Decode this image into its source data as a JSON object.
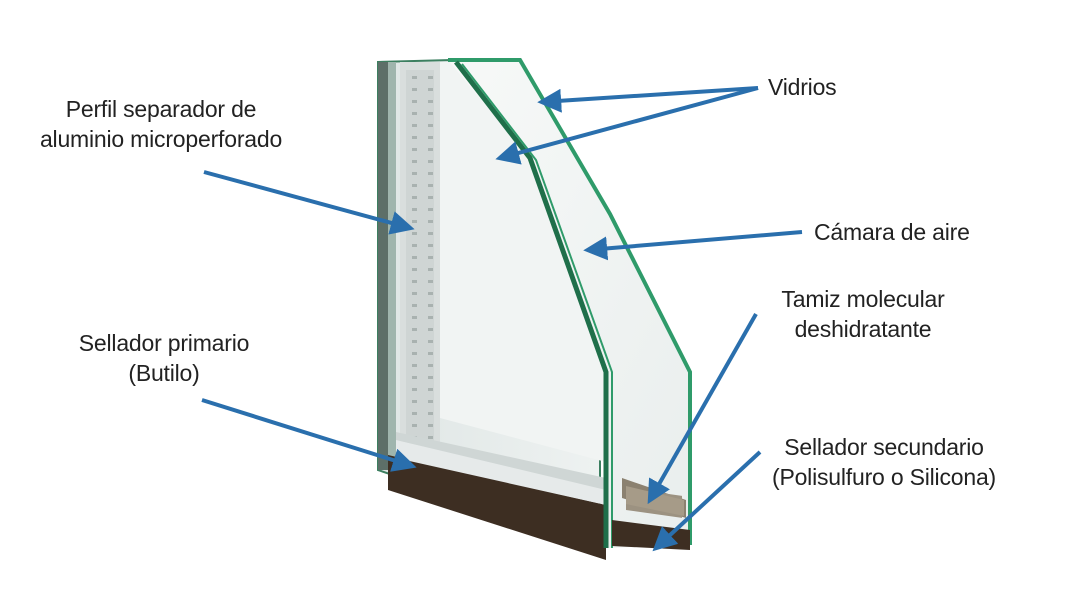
{
  "colors": {
    "arrow": "#2a6fad",
    "glass_edge": "#2f9b6a",
    "glass_face": "#eef3f2",
    "frame_dark": "#4a3a2c",
    "spacer": "#d8dcdc"
  },
  "labels": {
    "vidrios": "Vidrios",
    "perfil_line1": "Perfil separador de",
    "perfil_line2": "aluminio microperforado",
    "camara": "Cámara de aire",
    "tamiz_line1": "Tamiz molecular",
    "tamiz_line2": "deshidratante",
    "sellador_primario_line1": "Sellador primario",
    "sellador_primario_line2": "(Butilo)",
    "sellador_secundario_line1": "Sellador secundario",
    "sellador_secundario_line2": "(Polisulfuro o Silicona)"
  }
}
